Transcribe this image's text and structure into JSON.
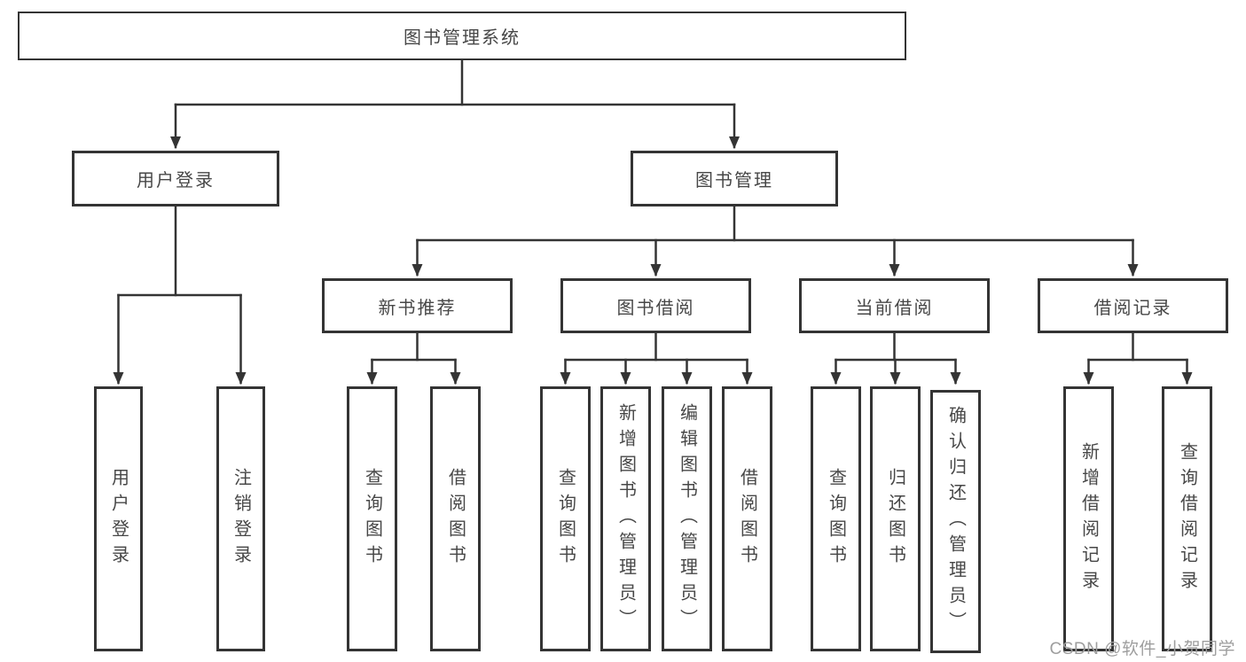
{
  "diagram": {
    "root": {
      "label": "图书管理系统"
    },
    "level2": [
      {
        "label": "用户登录"
      },
      {
        "label": "图书管理"
      }
    ],
    "level3": [
      {
        "label": "新书推荐",
        "parent": "图书管理"
      },
      {
        "label": "图书借阅",
        "parent": "图书管理"
      },
      {
        "label": "当前借阅",
        "parent": "图书管理"
      },
      {
        "label": "借阅记录",
        "parent": "图书管理"
      }
    ],
    "groups": [
      {
        "parent": "用户登录",
        "children": [
          "用户登录",
          "注销登录"
        ]
      },
      {
        "parent": "新书推荐",
        "children": [
          "查询图书",
          "借阅图书"
        ]
      },
      {
        "parent": "图书借阅",
        "children": [
          "查询图书",
          "新增图书（管理员）",
          "编辑图书（管理员）",
          "借阅图书"
        ]
      },
      {
        "parent": "当前借阅",
        "children": [
          "查询图书",
          "归还图书",
          "确认归还（管理员）"
        ]
      },
      {
        "parent": "借阅记录",
        "children": [
          "新增借阅记录",
          "查询借阅记录"
        ]
      }
    ]
  },
  "watermark": {
    "text": "CSDN @软件_小贺同学"
  },
  "colors": {
    "line": "#343434",
    "box_border": "#343434",
    "box_background": "#ffffff",
    "text": "#474747",
    "watermark": "#9e9e9e",
    "page_background": "#ffffff"
  }
}
